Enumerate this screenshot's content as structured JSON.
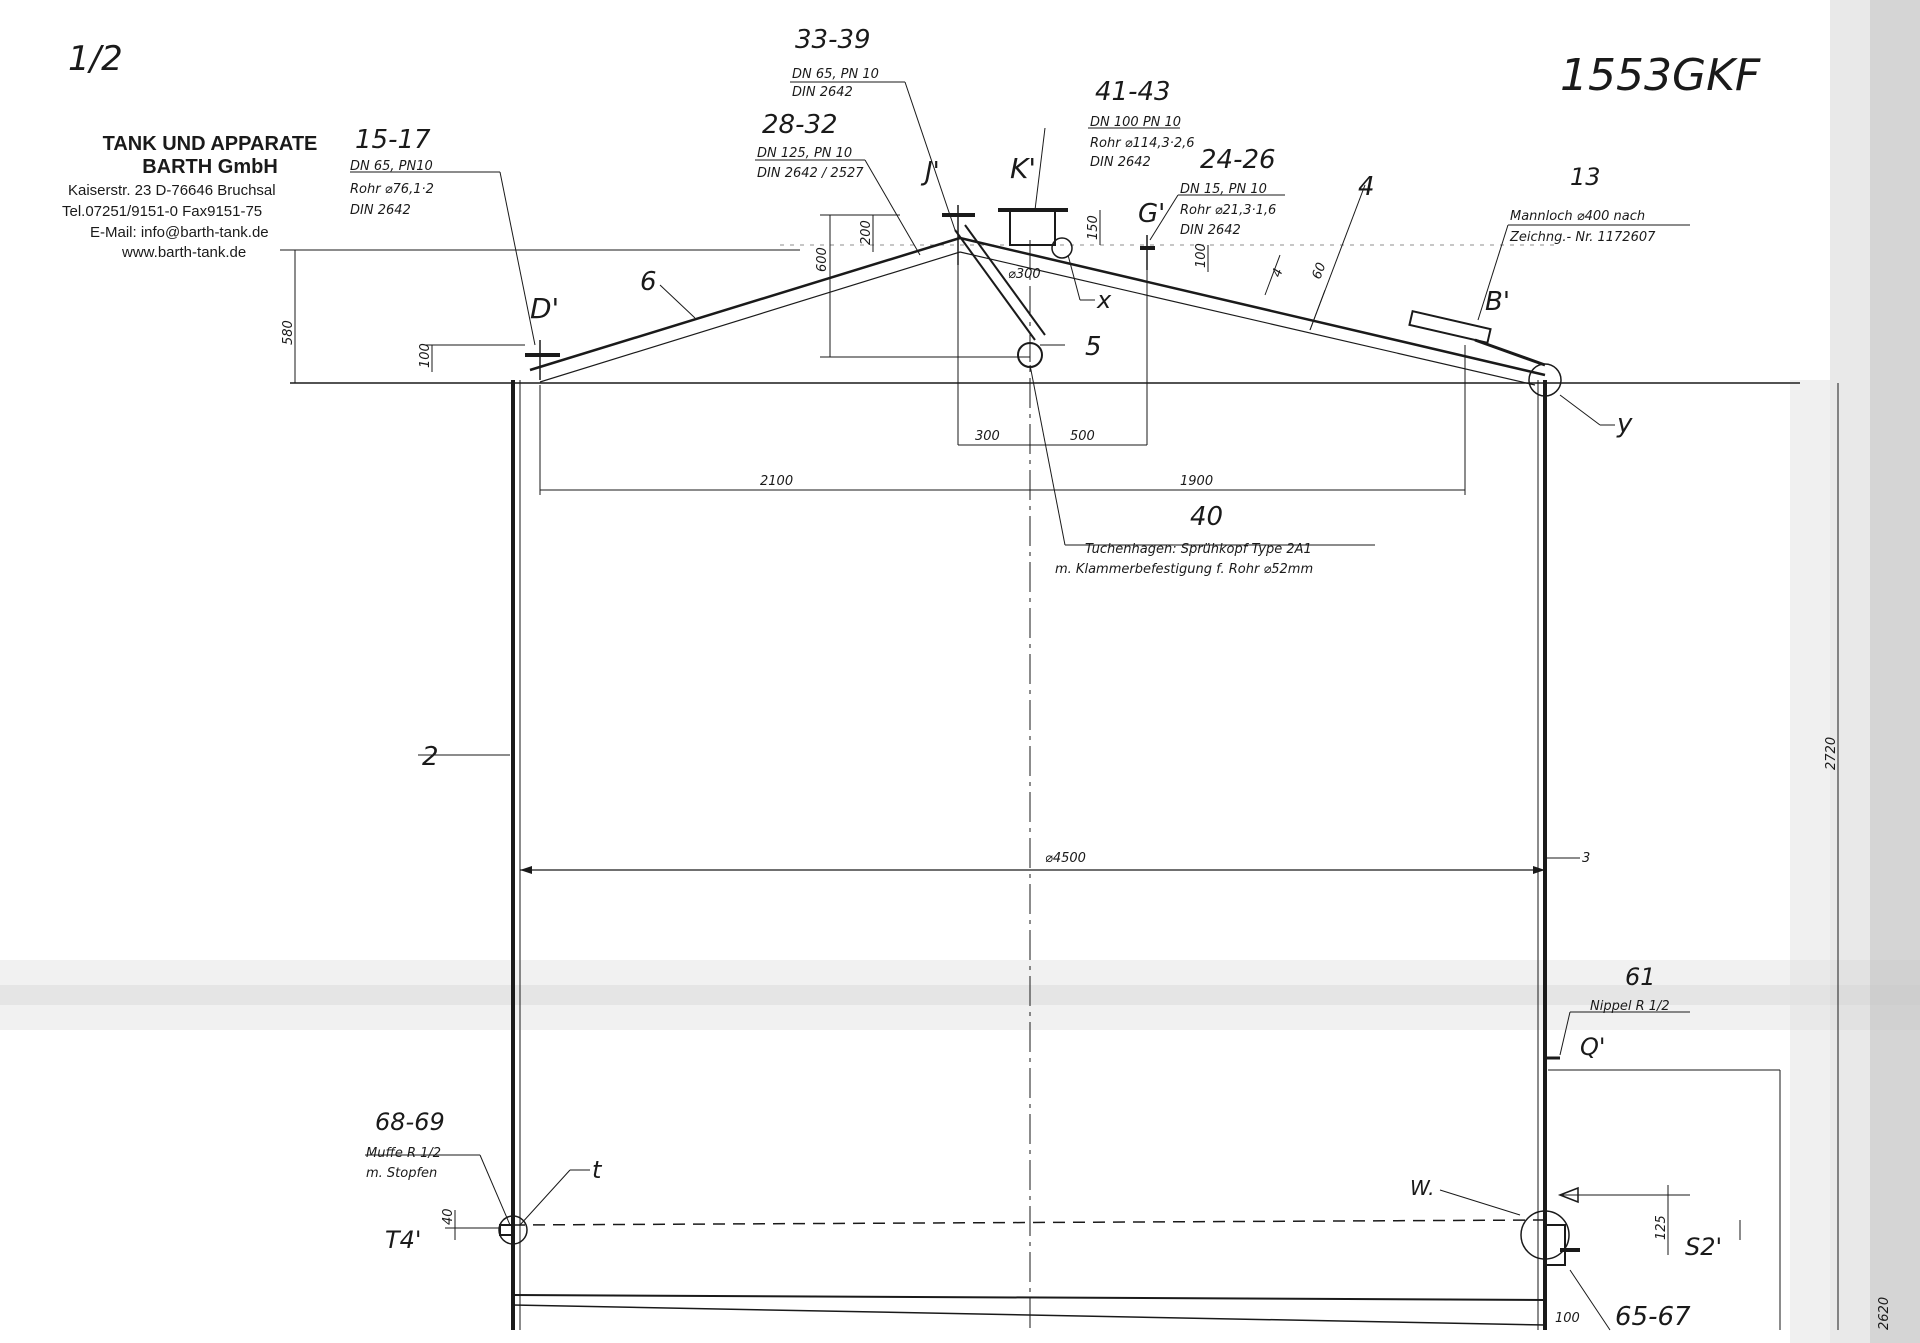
{
  "sheet": {
    "page_mark": "1/2",
    "drawing_number": "1553GKF"
  },
  "company": {
    "name_line1": "TANK UND APPARATE",
    "name_line2": "BARTH GmbH",
    "address": "Kaiserstr. 23  D-76646 Bruchsal",
    "phone": "Tel.07251/9151-0  Fax9151-75",
    "email": "E-Mail: info@barth-tank.de",
    "web": "www.barth-tank.de"
  },
  "callouts": {
    "c15_17": {
      "num": "15-17",
      "l1": "DN 65, PN10",
      "l2": "Rohr ⌀76,1·2",
      "l3": "DIN 2642"
    },
    "c33_39": {
      "num": "33-39",
      "l1": "DN 65, PN 10",
      "l2": "DIN 2642"
    },
    "c28_32": {
      "num": "28-32",
      "l1": "DN 125, PN 10",
      "l2": "DIN 2642 / 2527"
    },
    "c41_43": {
      "num": "41-43",
      "l1": "DN 100 PN 10",
      "l2": "Rohr ⌀114,3·2,6",
      "l3": "DIN 2642"
    },
    "c24_26": {
      "num": "24-26",
      "l1": "DN 15, PN 10",
      "l2": "Rohr ⌀21,3·1,6",
      "l3": "DIN 2642"
    },
    "c13": {
      "num": "13",
      "l1": "Mannloch ⌀400 nach",
      "l2": "Zeichng.- Nr. 1172607"
    },
    "c40": {
      "num": "40",
      "l1": "Tuchenhagen: Sprühkopf Type 2A1",
      "l2": "m. Klammerbefestigung f. Rohr ⌀52mm"
    },
    "c61": {
      "num": "61",
      "l1": "Nippel R 1/2"
    },
    "c68_69": {
      "num": "68-69",
      "l1": "Muffe R 1/2",
      "l2": "m. Stopfen"
    },
    "c65_67": {
      "num": "65-67"
    }
  },
  "letters": {
    "J": "J'",
    "K": "K'",
    "G": "G'",
    "D": "D'",
    "B": "B'",
    "Q": "Q'",
    "T4": "T4'",
    "S2": "S2'",
    "x": "x",
    "y": "y",
    "t": "t",
    "w": "W."
  },
  "parts": {
    "p2": "2",
    "p3": "3",
    "p4": "4",
    "p5": "5",
    "p6": "6"
  },
  "dimensions": {
    "d580": "580",
    "d600": "600",
    "d200": "200",
    "d150": "150",
    "d100a": "100",
    "d100b": "100",
    "d300a": "⌀300",
    "d300b": "300",
    "d500": "500",
    "d2100": "2100",
    "d1900": "1900",
    "d4500": "⌀4500",
    "d2720": "2720",
    "d60": "60",
    "d4": "4",
    "d40": "40",
    "d125": "125",
    "d100c": "100",
    "d2620": "2620"
  }
}
